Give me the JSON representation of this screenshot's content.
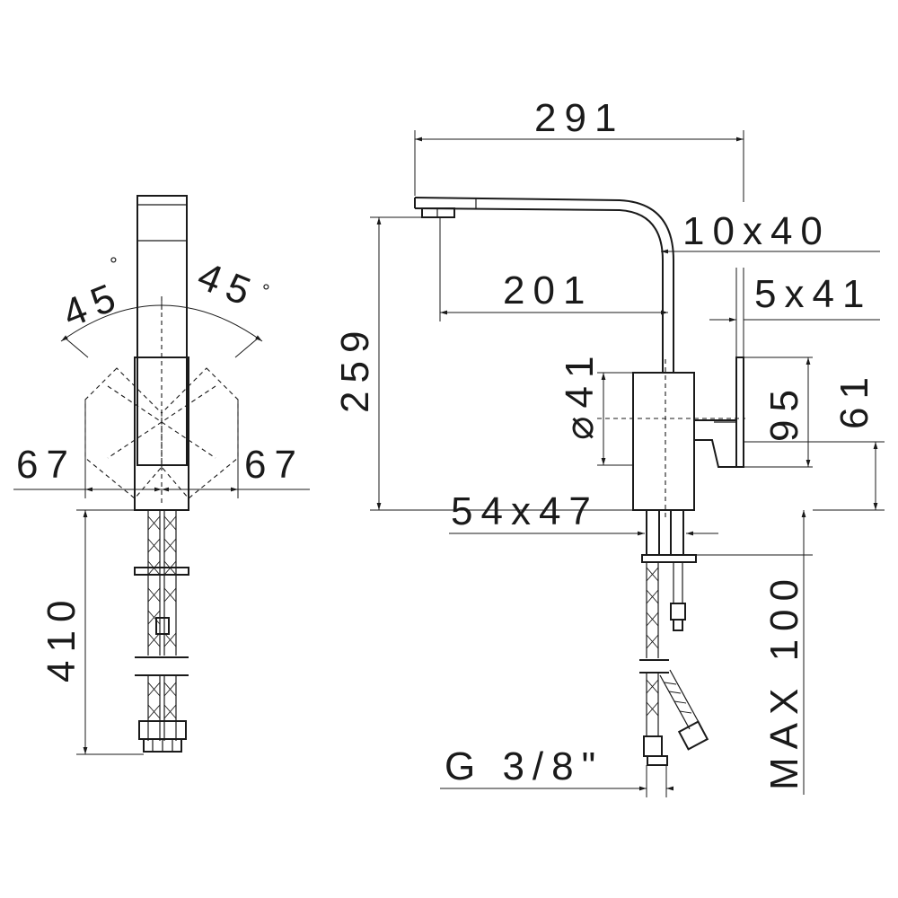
{
  "front_view": {
    "angle_left": "45",
    "angle_right": "45",
    "degree_symbol": "°",
    "width_left": "67",
    "width_right": "67",
    "hose_length": "410"
  },
  "side_view": {
    "reach_total": "291",
    "spout_section": "10x40",
    "reach_spout": "201",
    "lever_section": "5x41",
    "height": "259",
    "body_diameter": "⌀41",
    "lever_height": "95",
    "lever_center": "61",
    "base_section": "54x47",
    "max_thickness": "MAX 100",
    "thread": "G 3/8\""
  }
}
